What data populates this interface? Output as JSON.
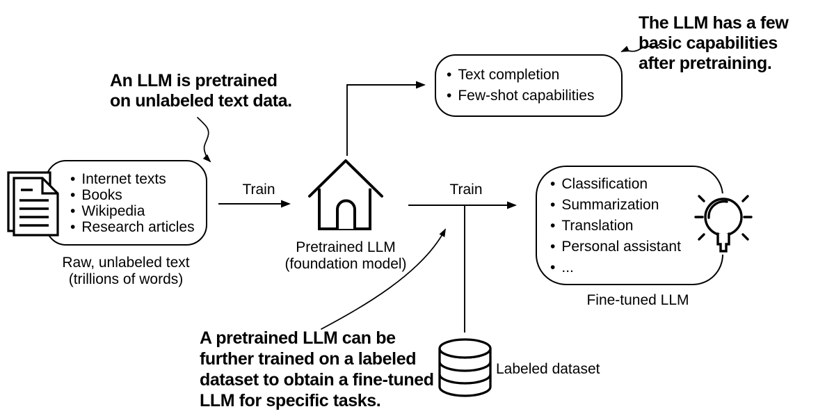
{
  "figure": {
    "annotations": {
      "pretraining_note": {
        "lines": [
          "An LLM is pretrained",
          "on unlabeled text data."
        ]
      },
      "capabilities_note": {
        "lines": [
          "The LLM has a few",
          "basic capabilities",
          "after pretraining."
        ]
      },
      "finetuning_note": {
        "lines": [
          "A pretrained LLM can be",
          "further trained on a labeled",
          "dataset to obtain a fine-tuned",
          "LLM for specific tasks."
        ]
      }
    },
    "raw_text_box": {
      "items": [
        "Internet texts",
        "Books",
        "Wikipedia",
        "Research articles"
      ],
      "caption": [
        "Raw, unlabeled text",
        "(trillions of words)"
      ]
    },
    "pretrained_capabilities_box": {
      "items": [
        "Text completion",
        "Few-shot capabilities"
      ]
    },
    "pretrained_model": {
      "caption": [
        "Pretrained LLM",
        "(foundation model)"
      ]
    },
    "finetuned_box": {
      "items": [
        "Classification",
        "Summarization",
        "Translation",
        "Personal assistant",
        "..."
      ],
      "caption": "Fine-tuned LLM"
    },
    "labeled_dataset": {
      "label": "Labeled dataset"
    },
    "edges": {
      "train_left": "Train",
      "train_right": "Train"
    },
    "icons": {
      "documents": "document-stack-icon",
      "model": "house-icon",
      "dataset": "database-icon",
      "idea": "lightbulb-icon"
    },
    "colors": {
      "ink": "#000000",
      "background": "#ffffff"
    }
  }
}
